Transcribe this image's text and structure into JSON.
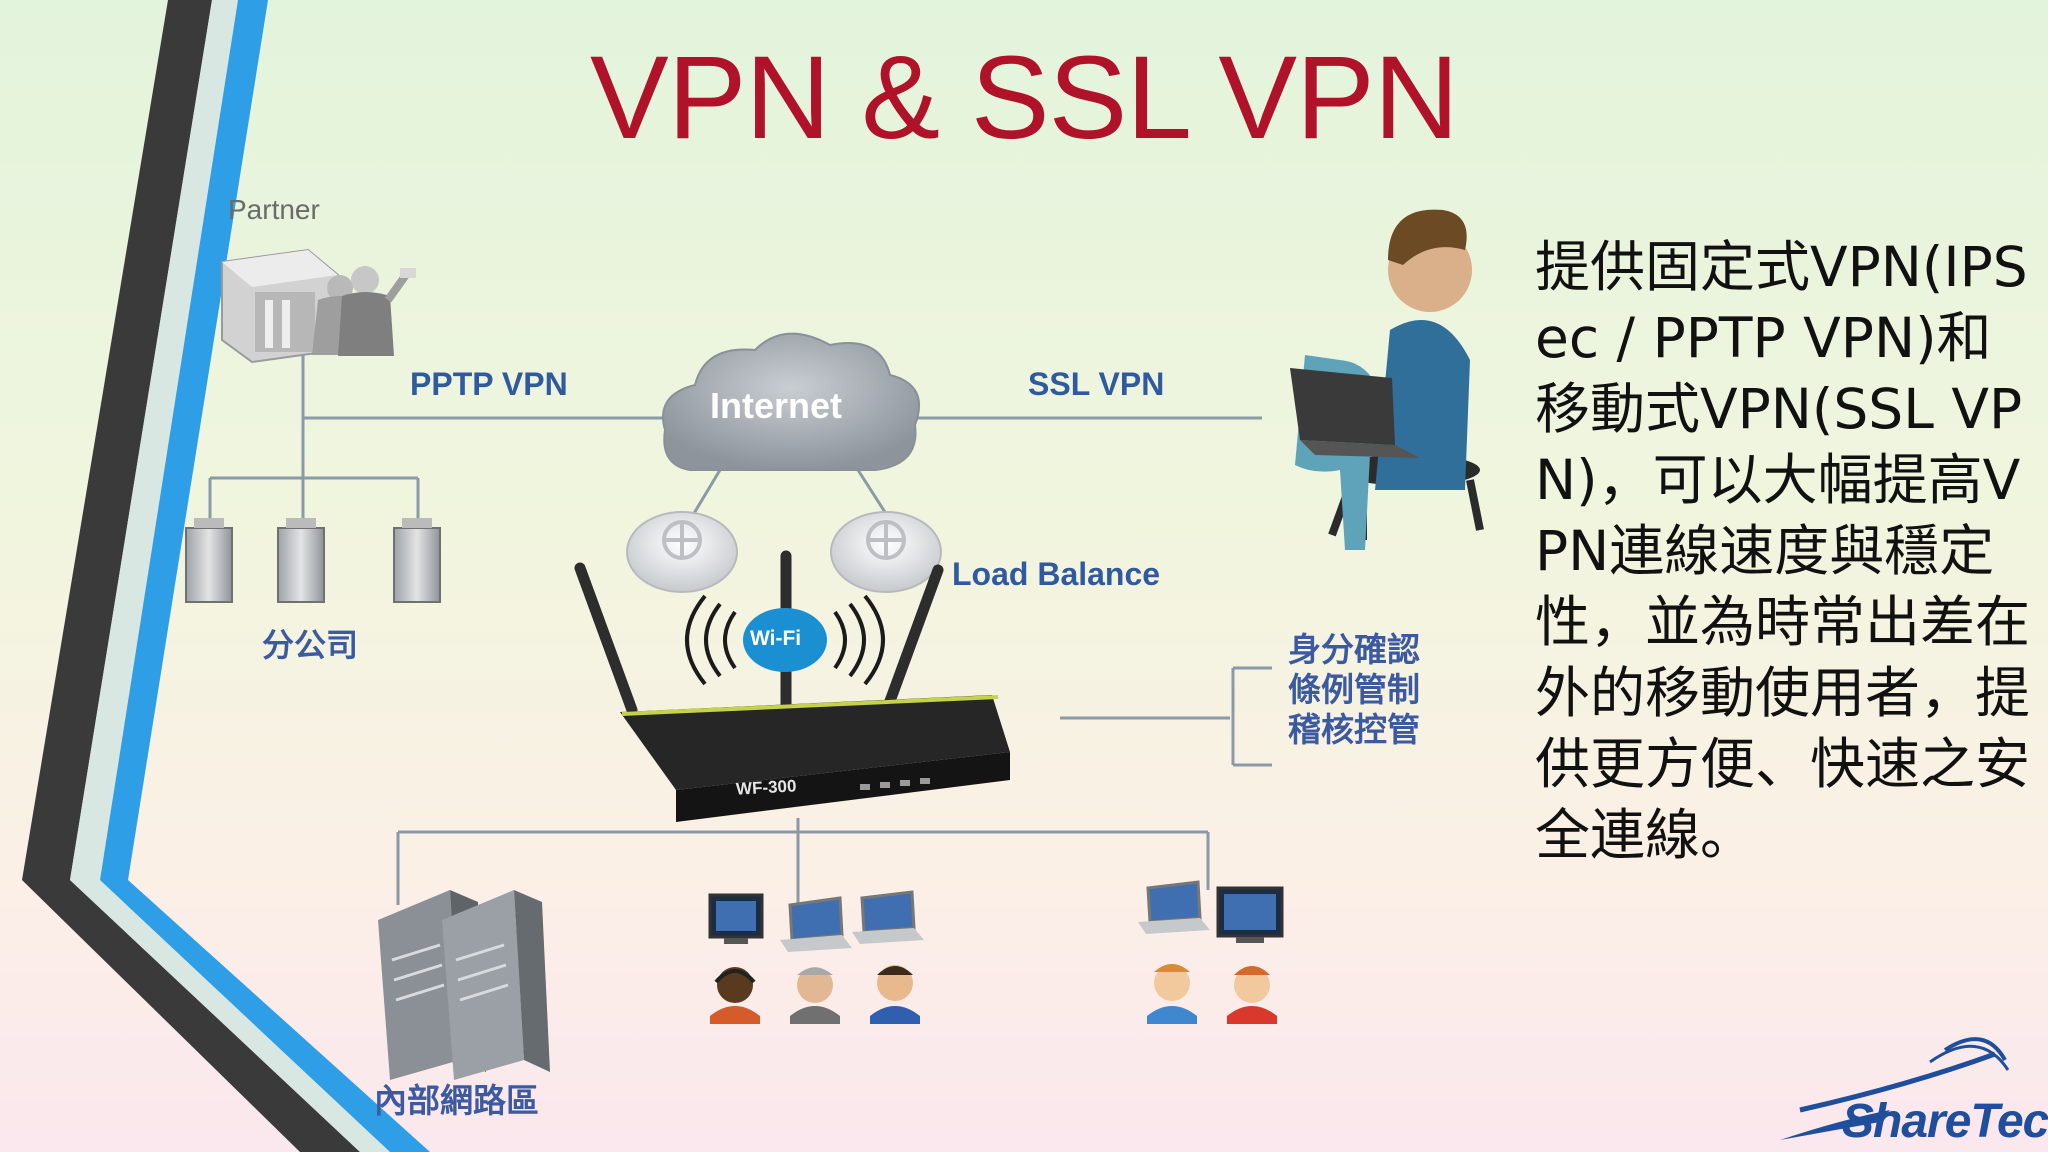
{
  "slide": {
    "title": "VPN & SSL VPN",
    "description": "提供固定式VPN(IPSec / PPTP VPN)和移動式VPN(SSL VPN)，可以大幅提高VPN連線速度與穩定性，並為時常出差在外的移動使用者，提供更方便、快速之安全連線。"
  },
  "diagram": {
    "partner_label": "Partner",
    "pptp_label": "PPTP VPN",
    "ssl_label": "SSL VPN",
    "internet_label": "Internet",
    "load_balance_label": "Load Balance",
    "branch_label": "分公司",
    "features": "身分確認 條例管制 稽核控管",
    "wifi_label": "Wi-Fi",
    "device_model": "WF-300",
    "internal_label": "內部網路區"
  },
  "brand": {
    "logo_text": "ShareTech"
  },
  "colors": {
    "title": "#b01329",
    "label": "#2f5a9f",
    "accent_stripe": "#2e9fe6",
    "dark_stripe": "#3a3a3a"
  },
  "icons": [
    "partner-building-icon",
    "branch-server-icon",
    "internet-cloud-icon",
    "router-icon",
    "load-balancer-icon",
    "wifi-icon",
    "laptop-user-icon",
    "server-rack-icon",
    "computer-icon",
    "user-icon",
    "swoosh-logo-icon"
  ]
}
